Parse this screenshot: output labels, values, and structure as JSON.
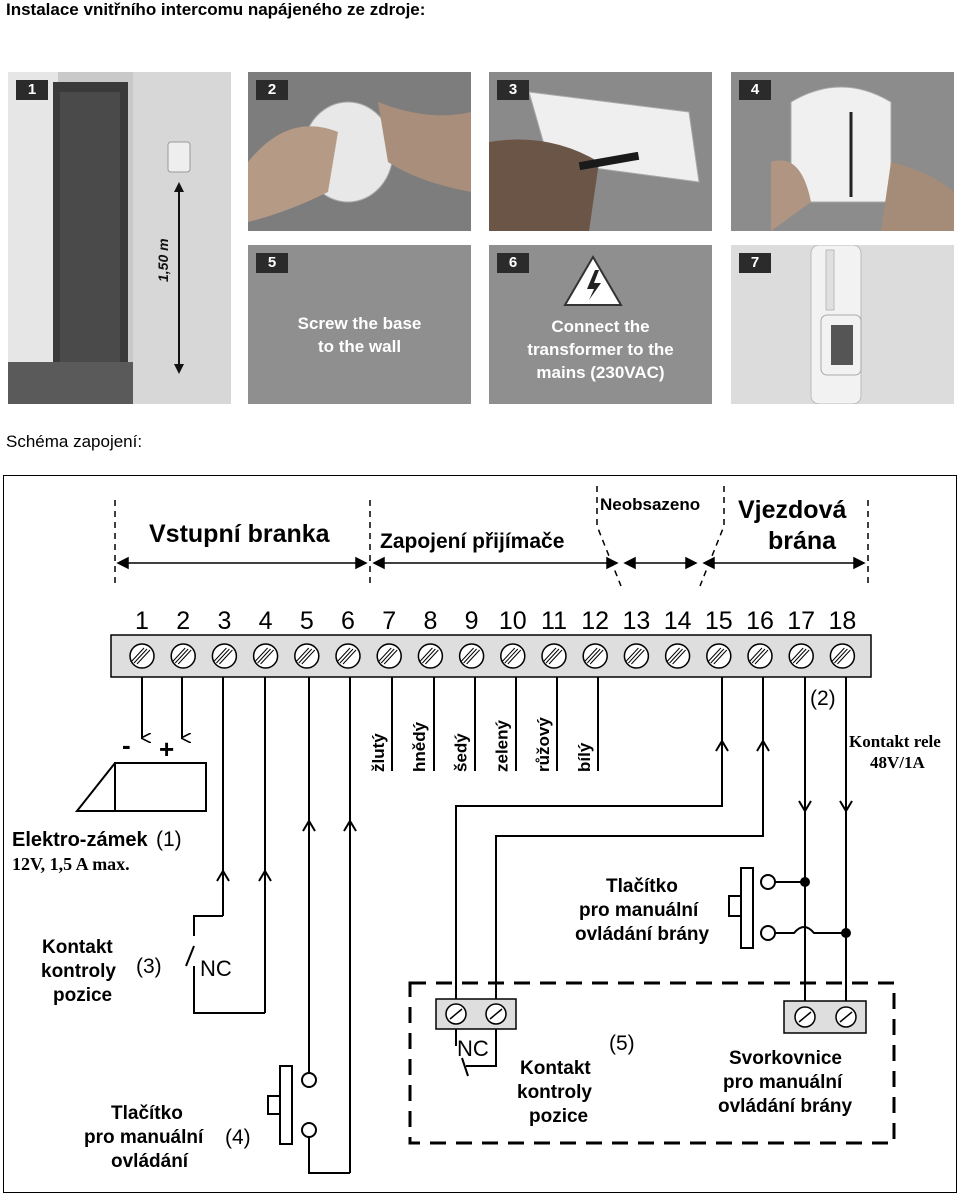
{
  "headings": {
    "install": "Instalace vnitřního intercomu napájeného ze zdroje:",
    "schema": "Schéma zapojení:"
  },
  "steps": [
    {
      "num": "1",
      "measure": "1,50 m"
    },
    {
      "num": "2"
    },
    {
      "num": "3"
    },
    {
      "num": "4"
    },
    {
      "num": "5",
      "line1": "Screw the base",
      "line2": "to the wall"
    },
    {
      "num": "6",
      "line1": "Connect the",
      "line2": "transformer to the",
      "line3": "mains (230VAC)"
    },
    {
      "num": "7"
    }
  ],
  "diagram": {
    "section_vstupni": "Vstupní branka",
    "section_zapojeni": "Zapojení přijímače",
    "section_neobsazeno": "Neobsazeno",
    "section_vjezdova_1": "Vjezdová",
    "section_vjezdova_2": "brána",
    "terminals": [
      "1",
      "2",
      "3",
      "4",
      "5",
      "6",
      "7",
      "8",
      "9",
      "10",
      "11",
      "12",
      "13",
      "14",
      "15",
      "16",
      "17",
      "18"
    ],
    "wires": [
      "žlutý",
      "hnědý",
      "šedý",
      "zelený",
      "růžový",
      "bílý"
    ],
    "minus": "-",
    "plus": "+",
    "elektro_zamek": "Elektro-zámek",
    "elektro_zamek_ref": "(1)",
    "elektro_zamek_spec": "12V, 1,5 A max.",
    "ref_2": "(2)",
    "kontakt_rele_1": "Kontakt rele",
    "kontakt_rele_2": "48V/1A",
    "kontakt_kontroly_1": "Kontakt",
    "kontakt_kontroly_2": "kontroly",
    "kontakt_kontroly_3": "pozice",
    "ref_3": "(3)",
    "nc": "NC",
    "tlacitko_left_1": "Tlačítko",
    "tlacitko_left_2": "pro manuální",
    "tlacitko_left_3": "ovládání",
    "ref_4": "(4)",
    "tlacitko_right_1": "Tlačítko",
    "tlacitko_right_2": "pro manuální",
    "tlacitko_right_3": "ovládání brány",
    "ref_5": "(5)",
    "kontakt_box_1": "Kontakt",
    "kontakt_box_2": "kontroly",
    "kontakt_box_3": "pozice",
    "svorkovnice_1": "Svorkovnice",
    "svorkovnice_2": "pro manuální",
    "svorkovnice_3": "ovládání brány"
  }
}
